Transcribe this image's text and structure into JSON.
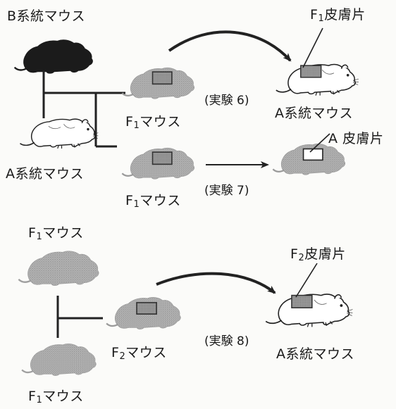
{
  "labels": {
    "b_strain": "B系統マウス",
    "a_strain_parent": "A系統マウス",
    "f1_exp6": "マウス",
    "f1_exp7": "マウス",
    "recipient_exp6": "A系統マウス",
    "recipient_exp8": "A系統マウス",
    "f1_top_parent": "マウス",
    "f1_bottom_parent": "マウス",
    "f2_offspring": "マウス"
  },
  "gen": {
    "f": "F",
    "one": "1",
    "two": "2"
  },
  "grafts": {
    "f1_skin": "皮膚片",
    "a_skin": "A 皮膚片",
    "f2_skin": "皮膚片"
  },
  "experiments": {
    "exp6": "(実験 6)",
    "exp7": "(実験 7)",
    "exp8": "(実験 8)"
  }
}
